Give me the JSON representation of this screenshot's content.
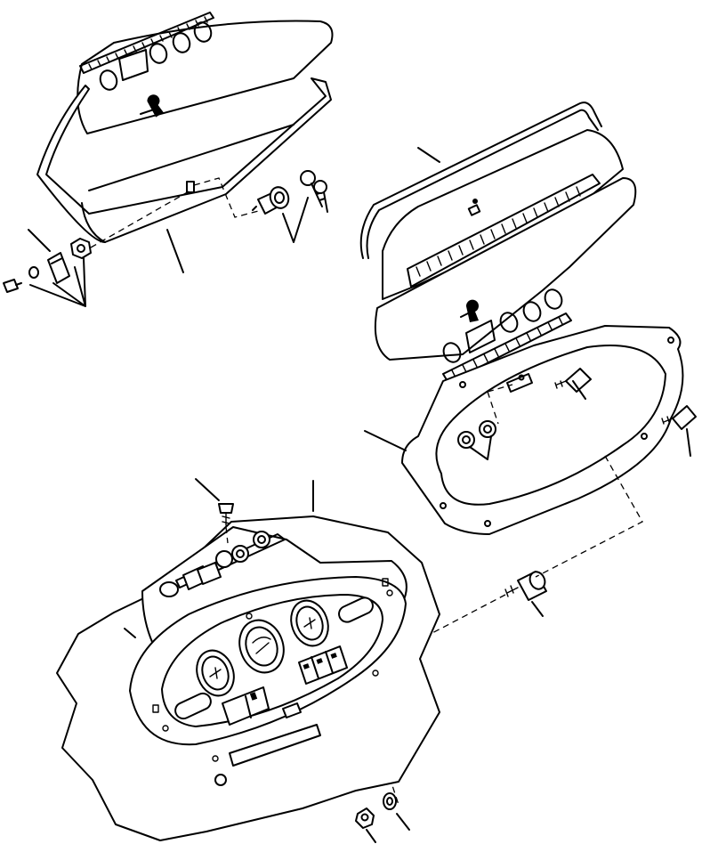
{
  "diagram": {
    "kind": "exploded-parts-view",
    "colors": {
      "line": "#000000",
      "background": "#ffffff"
    },
    "parts": [
      {
        "name": "instrument-cover-closed",
        "icon": "cover-panel-icon"
      },
      {
        "name": "instrument-cover-open",
        "icon": "cover-panel-icon"
      },
      {
        "name": "support-rod",
        "icon": "rod-icon"
      },
      {
        "name": "lock-cylinder-and-keys",
        "icon": "key-icon"
      },
      {
        "name": "latch-bracket-with-screw-and-washers",
        "icon": "bracket-icon"
      },
      {
        "name": "mounting-frame",
        "icon": "frame-icon"
      },
      {
        "name": "mounting-screws",
        "icon": "screw-icon"
      },
      {
        "name": "spacer-stud",
        "icon": "stud-icon"
      },
      {
        "name": "instrument-panel",
        "icon": "dashboard-icon"
      },
      {
        "name": "gauges",
        "icon": "gauge-icon"
      },
      {
        "name": "rocker-switches",
        "icon": "switch-icon"
      },
      {
        "name": "nut-and-washer",
        "icon": "nut-icon"
      }
    ]
  }
}
